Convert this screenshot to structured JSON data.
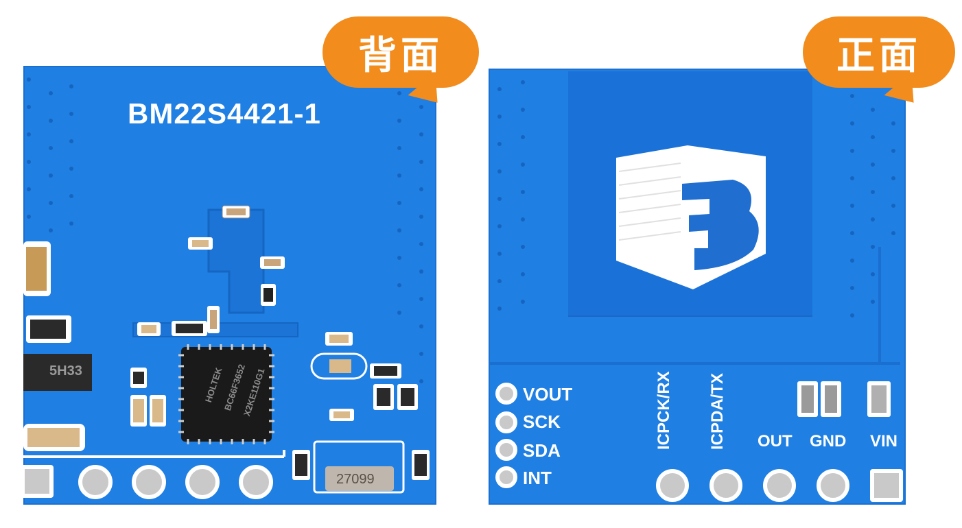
{
  "callouts": {
    "back": "背面",
    "front": "正面"
  },
  "back_board": {
    "model": "BM22S4421-1",
    "chip_marking": [
      "HOLTEK",
      "BC66F3652",
      "X2KE110G1"
    ],
    "transistor_marking": "5H33",
    "crystal_marking": "27099"
  },
  "front_board": {
    "pins_left": [
      "VOUT",
      "SCK",
      "SDA",
      "INT"
    ],
    "pins_vertical": [
      "ICPCK/RX",
      "ICPDA/TX"
    ],
    "pins_bottom": [
      "OUT",
      "GND",
      "VIN"
    ]
  },
  "colors": {
    "pcb": "#1f7fe3",
    "callout": "#f28c1c",
    "silk": "#ffffff"
  }
}
